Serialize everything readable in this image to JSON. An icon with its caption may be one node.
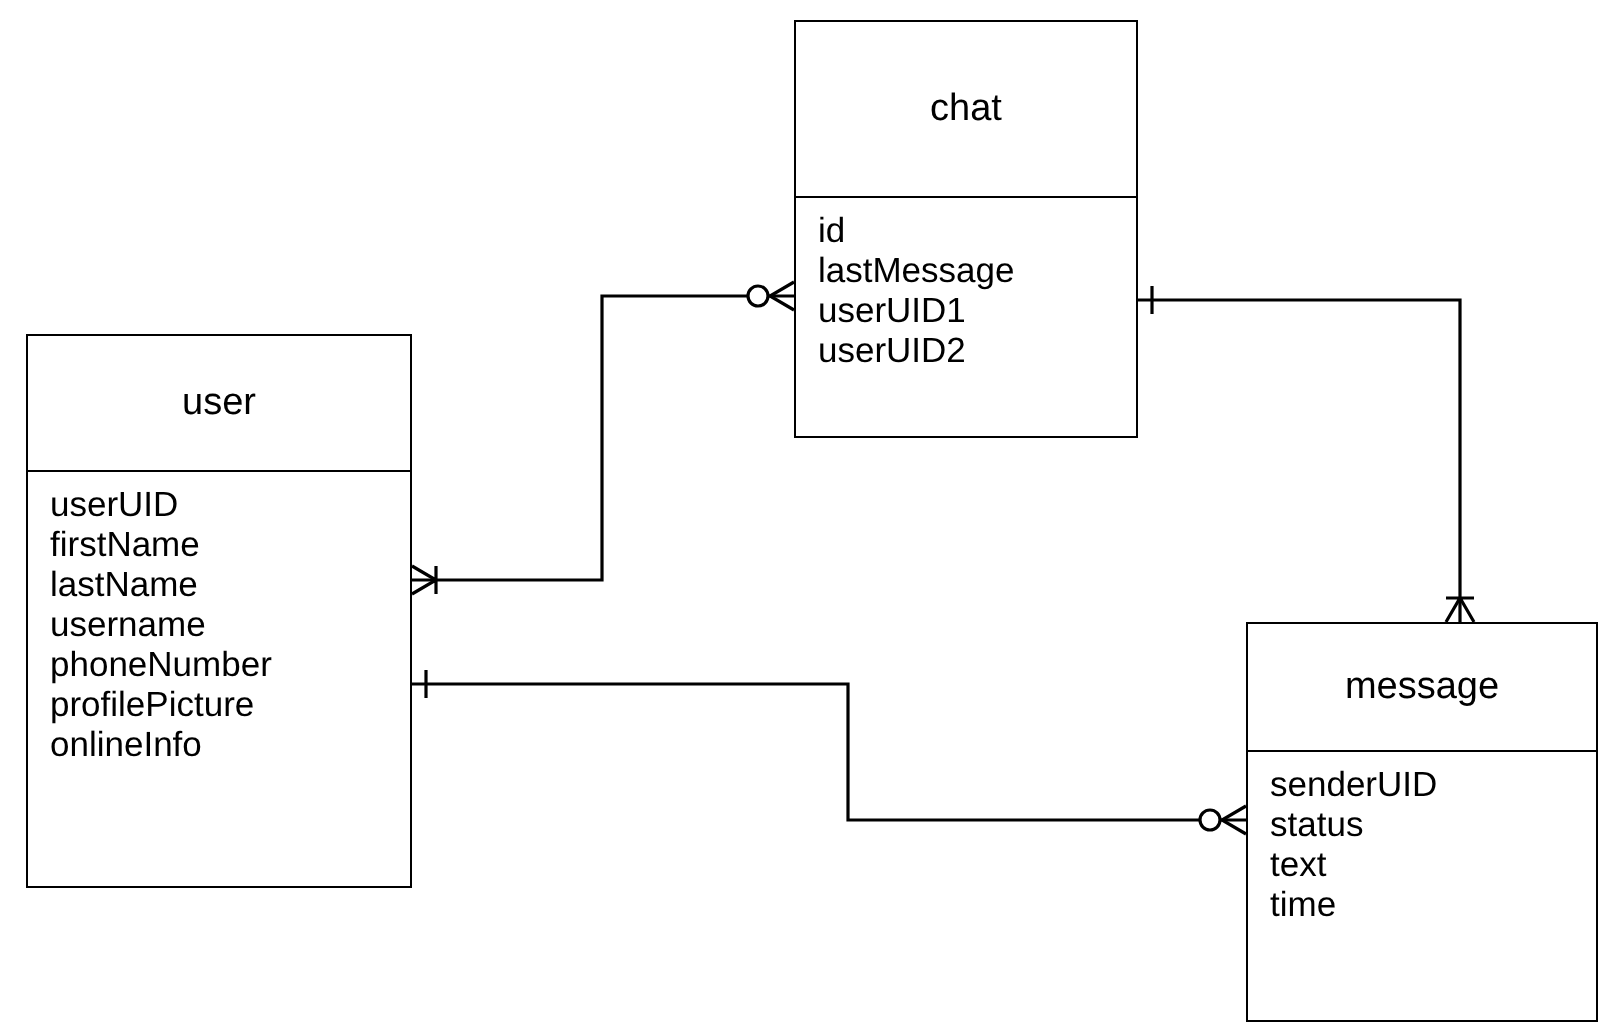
{
  "diagram": {
    "nodes": [
      {
        "text": [
          "user",
          "userUID",
          "firstName",
          "lastName",
          "username",
          "phoneNumber",
          "profilePicture",
          "onlineInfo"
        ]
      },
      {
        "text": [
          "chat",
          "id",
          "lastMessage",
          "userUID1",
          "userUID2"
        ]
      },
      {
        "text": [
          "message",
          "senderUID",
          "status",
          "text",
          "time"
        ]
      }
    ],
    "edges": [
      {
        "from": 0,
        "to": 1,
        "arrow": "other"
      },
      {
        "from": 1,
        "to": 2,
        "arrow": "other"
      },
      {
        "from": 0,
        "to": 2,
        "arrow": "other"
      }
    ]
  }
}
